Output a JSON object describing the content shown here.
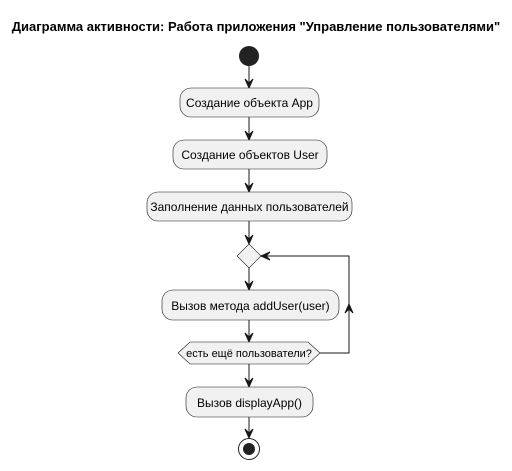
{
  "title": "Диаграмма активности: Работа приложения \"Управление пользователями\"",
  "activities": {
    "create_app": "Создание объекта App",
    "create_users": "Создание объектов User",
    "fill_data": "Заполнение данных пользователей",
    "call_add_user": "Вызов метода addUser(user)",
    "call_display_app": "Вызов displayApp()"
  },
  "condition": {
    "loop_condition": "есть ещё пользователи?"
  },
  "colors": {
    "activity_fill": "#f1f1f1",
    "stroke": "#181818",
    "start_node": "#222222",
    "background": "#ffffff"
  }
}
